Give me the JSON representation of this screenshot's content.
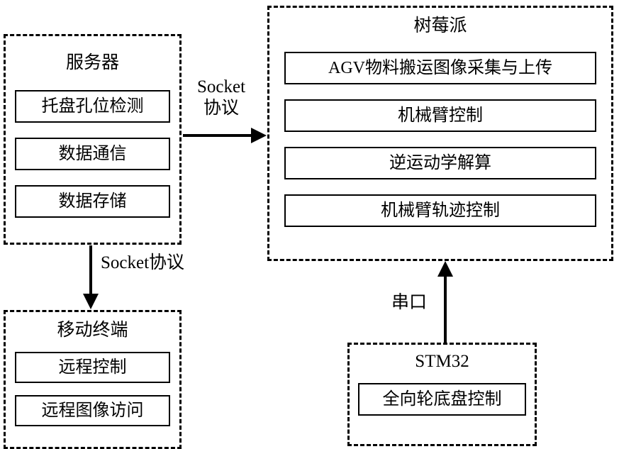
{
  "server": {
    "title": "服务器",
    "items": [
      "托盘孔位检测",
      "数据通信",
      "数据存储"
    ]
  },
  "raspberry": {
    "title": "树莓派",
    "items": [
      "AGV物料搬运图像采集与上传",
      "机械臂控制",
      "逆运动学解算",
      "机械臂轨迹控制"
    ]
  },
  "mobile": {
    "title": "移动终端",
    "items": [
      "远程控制",
      "远程图像访问"
    ]
  },
  "stm32": {
    "title": "STM32",
    "items": [
      "全向轮底盘控制"
    ]
  },
  "edges": {
    "socket_h_line1": "Socket",
    "socket_h_line2": "协议",
    "socket_v": "Socket协议",
    "serial": "串口"
  },
  "colors": {
    "line": "#000000",
    "background": "#ffffff"
  }
}
